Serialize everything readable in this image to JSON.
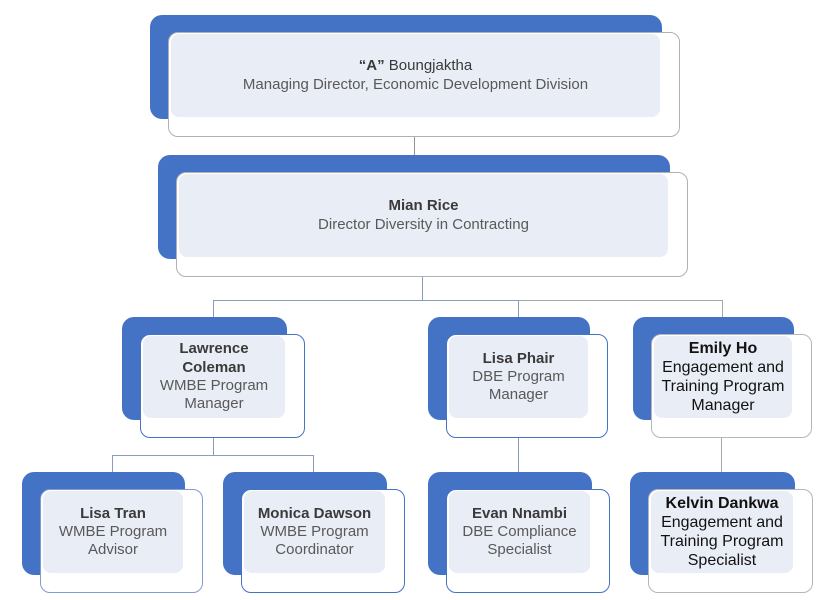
{
  "diagram": {
    "type": "org_chart",
    "levels": 4,
    "node_count": 9
  },
  "colors": {
    "accent_blue": "#4472c4",
    "panel_fill": "#e9edf6",
    "frame_fill": "#ffffff",
    "border_gray": "#adb0b6",
    "border_blue": "#4472c4",
    "border_blue_light": "#7e9cd3",
    "connector_blue": "#8a9cbe",
    "connector_gray": "#a4a7ac",
    "connector_dark": "#8f9297",
    "name_text": "#3a3a3a",
    "title_text": "#595959",
    "emphasis_text": "#121212",
    "background": "#ffffff"
  },
  "nodes": [
    {
      "name_bold": "“A”",
      "name_rest": " Boungjaktha",
      "name": "“A” Boungjaktha",
      "title": "Managing Director, Economic Development Division",
      "reports_to": null,
      "border_color": "#adb0b6",
      "emphasis": false
    },
    {
      "name_bold": "Mian Rice",
      "name_rest": "",
      "name": "Mian Rice",
      "title": "Director Diversity in Contracting",
      "reports_to": "“A” Boungjaktha",
      "border_color": "#adb0b6",
      "emphasis": false
    },
    {
      "name_bold": "Lawrence Coleman",
      "name_rest": "",
      "name": "Lawrence Coleman",
      "title": "WMBE Program Manager",
      "reports_to": "Mian Rice",
      "border_color": "#4472c4",
      "emphasis": false
    },
    {
      "name_bold": "Lisa Phair",
      "name_rest": "",
      "name": "Lisa Phair",
      "title": "DBE Program Manager",
      "reports_to": "Mian Rice",
      "border_color": "#4472c4",
      "emphasis": false
    },
    {
      "name_bold": "Emily Ho",
      "name_rest": "",
      "name": "Emily Ho",
      "title": "Engagement and Training Program Manager",
      "reports_to": "Mian Rice",
      "border_color": "#b3b6bc",
      "emphasis": true
    },
    {
      "name_bold": "Lisa Tran",
      "name_rest": "",
      "name": "Lisa Tran",
      "title": "WMBE Program Advisor",
      "reports_to": "Lawrence Coleman",
      "border_color": "#7e9cd3",
      "emphasis": false
    },
    {
      "name_bold": "Monica Dawson",
      "name_rest": "",
      "name": "Monica Dawson",
      "title": "WMBE Program Coordinator",
      "reports_to": "Lawrence Coleman",
      "border_color": "#4472c4",
      "emphasis": false
    },
    {
      "name_bold": "Evan Nnambi",
      "name_rest": "",
      "name": "Evan Nnambi",
      "title": "DBE Compliance Specialist",
      "reports_to": "Lisa Phair",
      "border_color": "#4472c4",
      "emphasis": false
    },
    {
      "name_bold": "Kelvin Dankwa",
      "name_rest": "",
      "name": "Kelvin Dankwa",
      "title": "Engagement and Training Program Specialist",
      "reports_to": "Emily Ho",
      "border_color": "#b3b6bc",
      "emphasis": true
    }
  ]
}
